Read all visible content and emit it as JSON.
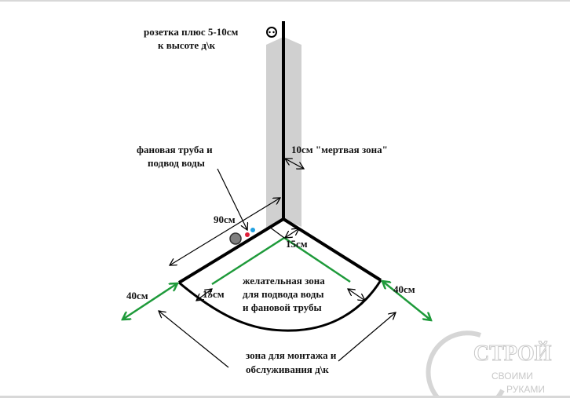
{
  "labels": {
    "socket_line1": "розетка плюс 5-10см",
    "socket_line2": "к высоте д\\к",
    "pipe_line1": "фановая труба и",
    "pipe_line2": "подвод воды",
    "dead_zone": "10см \"мертвая зона\"",
    "wall_length": "90см",
    "offset_top": "15см",
    "offset_left": "15см",
    "side_left": "40см",
    "side_right": "40см",
    "zone_line1": "желательная зона",
    "zone_line2": "для подвода воды",
    "zone_line3": "и фановой трубы",
    "mount_line1": "зона для монтажа и",
    "mount_line2": "обслуживания д\\к"
  },
  "watermark": {
    "line1": "СТРОЙ",
    "line2": "СВОИМИ",
    "line3": "РУКАМИ"
  },
  "colors": {
    "wall": "#000000",
    "green": "#1e9a3a",
    "dead_zone": "#d0d0d0",
    "hot": "#e0203a",
    "cold": "#20a0e0",
    "pipe": "#808080"
  }
}
